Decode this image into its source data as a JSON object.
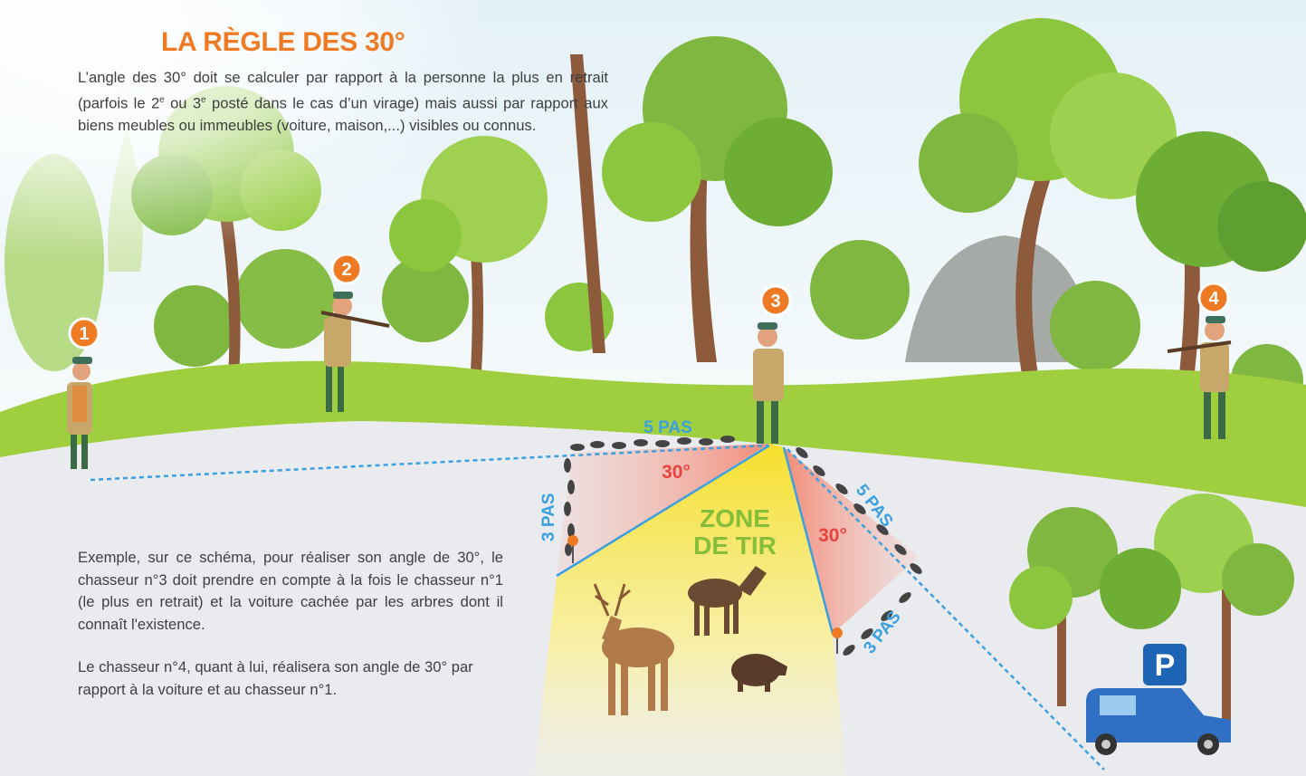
{
  "title": "LA RÈGLE DES 30°",
  "intro": {
    "part1": "L’angle des 30° doit se calculer par rapport à la personne la plus en retrait (parfois le 2",
    "sup1": "e",
    "part2": " ou 3",
    "sup2": "e",
    "part3": " posté dans le cas d’un virage) mais aussi par rapport aux biens meubles ou immeubles (voiture, maison,...) visibles ou connus."
  },
  "example_1": "Exemple, sur ce schéma, pour réaliser son angle de 30°, le chasseur n°3 doit prendre en compte à la fois le chasseur n°1 (le plus en retrait) et la voiture cachée par les arbres dont il connaît l'existence.",
  "example_2": "Le chasseur n°4, quant à lui, réalisera son angle de 30° par rapport à la voiture et au chasseur n°1.",
  "hunter_numbers": [
    "1",
    "2",
    "3",
    "4"
  ],
  "steps": {
    "five_left": "5 PAS",
    "three_left": "3 PAS",
    "five_right": "5 PAS",
    "three_right": "3 PAS"
  },
  "angles": {
    "left": "30°",
    "right": "30°"
  },
  "zone": {
    "line1": "ZONE",
    "line2": "DE TIR"
  },
  "parking": "P",
  "colors": {
    "title": "#ee7a24",
    "badge": "#ee7a24",
    "blue_line": "#3b9fe0",
    "zone": "#f8e64a",
    "angle": "#ef4f4f",
    "tree": "#8cc63f"
  }
}
